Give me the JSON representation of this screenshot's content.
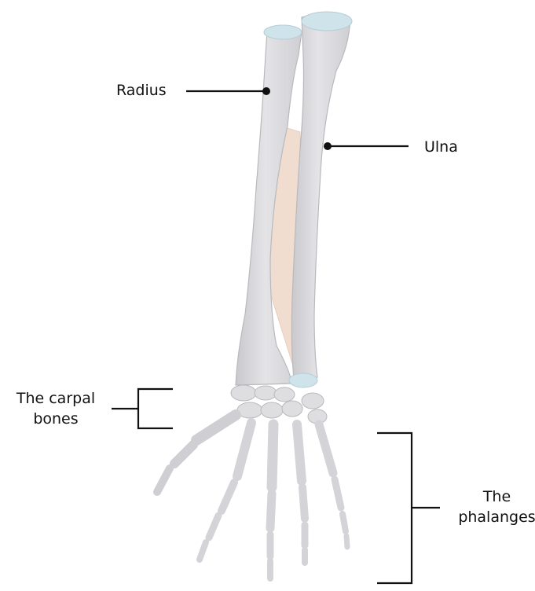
{
  "labels": {
    "radius": "Radius",
    "ulna": "Ulna",
    "carpal_line1": "The carpal",
    "carpal_line2": "bones",
    "phalanges_line1": "The",
    "phalanges_line2": "phalanges"
  },
  "colors": {
    "bone": "#d9d9dc",
    "bone_stroke": "#b9b9bd",
    "cartilage": "#cfe3ea",
    "membrane": "#f1ddcf",
    "leader": "#111111"
  }
}
